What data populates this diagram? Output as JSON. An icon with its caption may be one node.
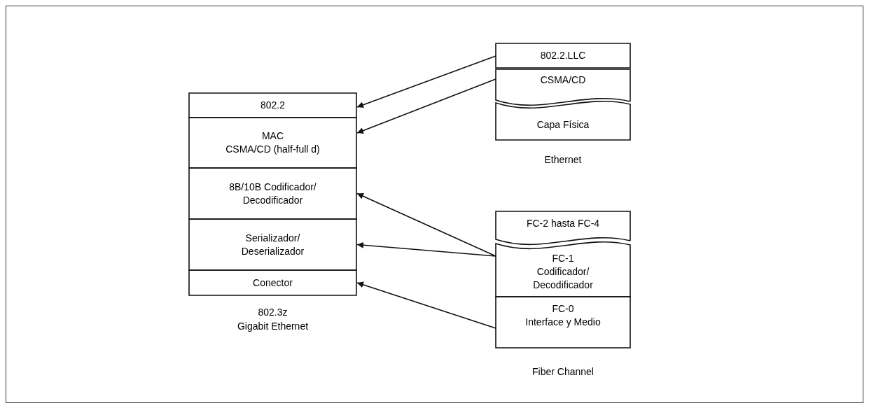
{
  "diagram": {
    "nodes": [
      {
        "text": [
          "802.3z",
          "Gigabit Ethernet"
        ]
      },
      {
        "text": [
          "802.2"
        ],
        "in": 0
      },
      {
        "text": [
          "MAC",
          "CSMA/CD (half-full d)"
        ],
        "in": 0
      },
      {
        "text": [
          "8B/10B Codificador/ Decodificador"
        ],
        "in": 0
      },
      {
        "text": [
          "Serializador/ Deserializador"
        ],
        "in": 0
      },
      {
        "text": [
          "Conector"
        ],
        "in": 0
      },
      {
        "text": [
          "Ethernet"
        ]
      },
      {
        "text": [
          "802.2.LLC"
        ],
        "in": 6
      },
      {
        "text": [
          "CSMA/CD"
        ],
        "in": 6
      },
      {
        "text": [
          "Capa Física"
        ],
        "in": 6
      },
      {
        "text": [
          "Fiber Channel"
        ]
      },
      {
        "text": [
          "FC-2 hasta FC-4"
        ],
        "in": 10
      },
      {
        "text": [
          "FC-1",
          "Codificador/ Decodificador"
        ],
        "in": 10
      },
      {
        "text": [
          "FC-0",
          "Interface y Medio"
        ],
        "in": 10
      }
    ],
    "edges": [
      {
        "from": 7,
        "to": 1,
        "arrow": "to"
      },
      {
        "from": 8,
        "to": 2,
        "arrow": "to"
      },
      {
        "from": 12,
        "to": 3,
        "arrow": "to"
      },
      {
        "from": 12,
        "to": 4,
        "arrow": "to"
      },
      {
        "from": 13,
        "to": 5,
        "arrow": "to"
      }
    ]
  }
}
